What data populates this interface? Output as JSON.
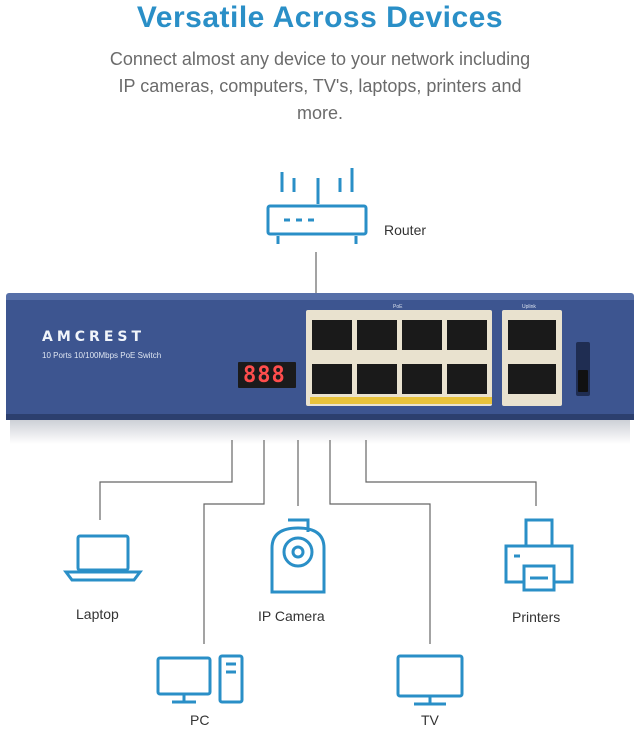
{
  "header": {
    "title": "Versatile Across Devices",
    "subtitle": "Connect almost any device to your network including IP cameras, computers, TV's, laptops, printers and more."
  },
  "switch": {
    "brand": "AMCREST",
    "model": "10 Ports 10/100Mbps PoE Switch",
    "display": "888",
    "poe_label": "PoE",
    "uplink_label": "Uplink"
  },
  "devices": {
    "router": "Router",
    "laptop": "Laptop",
    "ip_camera": "IP Camera",
    "printers": "Printers",
    "pc": "PC",
    "tv": "TV"
  },
  "colors": {
    "accent": "#2a8fc7",
    "switch_body": "#3d5590",
    "port_frame": "#e9e2cf",
    "led": "#ff4d4d"
  }
}
